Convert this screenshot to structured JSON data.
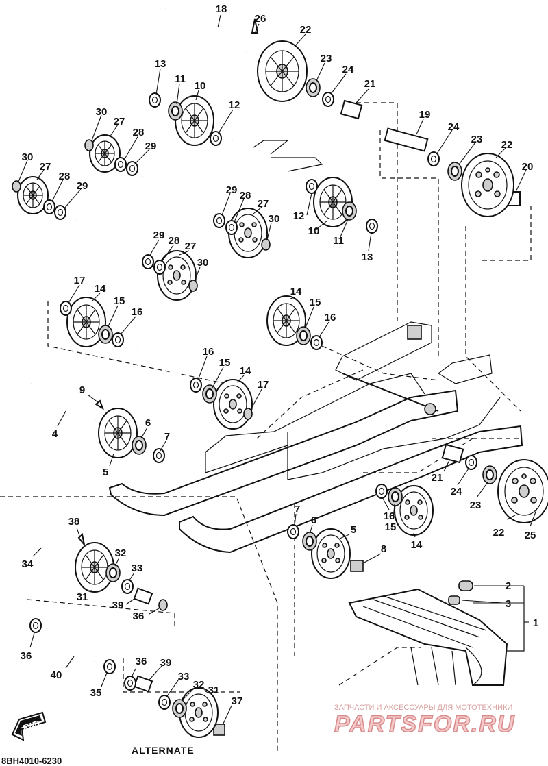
{
  "diagram": {
    "alternate_label": "ALTERNATE",
    "drawing_code": "8BH4010-6230",
    "fwd_label": "FWD",
    "callouts": [
      {
        "id": "c18",
        "label": "18"
      },
      {
        "id": "c26",
        "label": "26"
      },
      {
        "id": "c22a",
        "label": "22"
      },
      {
        "id": "c23a",
        "label": "23"
      },
      {
        "id": "c24a",
        "label": "24"
      },
      {
        "id": "c21a",
        "label": "21"
      },
      {
        "id": "c13a",
        "label": "13"
      },
      {
        "id": "c11a",
        "label": "11"
      },
      {
        "id": "c10a",
        "label": "10"
      },
      {
        "id": "c12a",
        "label": "12"
      },
      {
        "id": "c30a",
        "label": "30"
      },
      {
        "id": "c27a",
        "label": "27"
      },
      {
        "id": "c28a",
        "label": "28"
      },
      {
        "id": "c29a",
        "label": "29"
      },
      {
        "id": "c30b",
        "label": "30"
      },
      {
        "id": "c27b",
        "label": "27"
      },
      {
        "id": "c28b",
        "label": "28"
      },
      {
        "id": "c29b",
        "label": "29"
      },
      {
        "id": "c19",
        "label": "19"
      },
      {
        "id": "c24b",
        "label": "24"
      },
      {
        "id": "c23b",
        "label": "23"
      },
      {
        "id": "c22b",
        "label": "22"
      },
      {
        "id": "c20",
        "label": "20"
      },
      {
        "id": "c29c",
        "label": "29"
      },
      {
        "id": "c28c",
        "label": "28"
      },
      {
        "id": "c27c",
        "label": "27"
      },
      {
        "id": "c12b",
        "label": "12"
      },
      {
        "id": "c30c",
        "label": "30"
      },
      {
        "id": "c10b",
        "label": "10"
      },
      {
        "id": "c11b",
        "label": "11"
      },
      {
        "id": "c13b",
        "label": "13"
      },
      {
        "id": "c29d",
        "label": "29"
      },
      {
        "id": "c28d",
        "label": "28"
      },
      {
        "id": "c27d",
        "label": "27"
      },
      {
        "id": "c30d",
        "label": "30"
      },
      {
        "id": "c17a",
        "label": "17"
      },
      {
        "id": "c14a",
        "label": "14"
      },
      {
        "id": "c15a",
        "label": "15"
      },
      {
        "id": "c16a",
        "label": "16"
      },
      {
        "id": "c14b",
        "label": "14"
      },
      {
        "id": "c15b",
        "label": "15"
      },
      {
        "id": "c16b",
        "label": "16"
      },
      {
        "id": "c16c",
        "label": "16"
      },
      {
        "id": "c15c",
        "label": "15"
      },
      {
        "id": "c14c",
        "label": "14"
      },
      {
        "id": "c17b",
        "label": "17"
      },
      {
        "id": "c9",
        "label": "9"
      },
      {
        "id": "c4",
        "label": "4"
      },
      {
        "id": "c6a",
        "label": "6"
      },
      {
        "id": "c7a",
        "label": "7"
      },
      {
        "id": "c5a",
        "label": "5"
      },
      {
        "id": "c21b",
        "label": "21"
      },
      {
        "id": "c24c",
        "label": "24"
      },
      {
        "id": "c23c",
        "label": "23"
      },
      {
        "id": "c22c",
        "label": "22"
      },
      {
        "id": "c25",
        "label": "25"
      },
      {
        "id": "c16d",
        "label": "16"
      },
      {
        "id": "c15d",
        "label": "15"
      },
      {
        "id": "c14d",
        "label": "14"
      },
      {
        "id": "c7b",
        "label": "7"
      },
      {
        "id": "c6b",
        "label": "6"
      },
      {
        "id": "c5b",
        "label": "5"
      },
      {
        "id": "c8",
        "label": "8"
      },
      {
        "id": "c38",
        "label": "38"
      },
      {
        "id": "c34",
        "label": "34"
      },
      {
        "id": "c32a",
        "label": "32"
      },
      {
        "id": "c33a",
        "label": "33"
      },
      {
        "id": "c31a",
        "label": "31"
      },
      {
        "id": "c39a",
        "label": "39"
      },
      {
        "id": "c36a",
        "label": "36"
      },
      {
        "id": "c36b",
        "label": "36"
      },
      {
        "id": "c40",
        "label": "40"
      },
      {
        "id": "c35",
        "label": "35"
      },
      {
        "id": "c36c",
        "label": "36"
      },
      {
        "id": "c39b",
        "label": "39"
      },
      {
        "id": "c33b",
        "label": "33"
      },
      {
        "id": "c32b",
        "label": "32"
      },
      {
        "id": "c31b",
        "label": "31"
      },
      {
        "id": "c37",
        "label": "37"
      },
      {
        "id": "c2",
        "label": "2"
      },
      {
        "id": "c3",
        "label": "3"
      },
      {
        "id": "c1",
        "label": "1"
      }
    ]
  },
  "watermark": {
    "tagline": "ЗАПЧАСТИ И АКСЕССУАРЫ ДЛЯ МОТОТЕХНИКИ",
    "brand": "PARTSFOR.RU"
  }
}
